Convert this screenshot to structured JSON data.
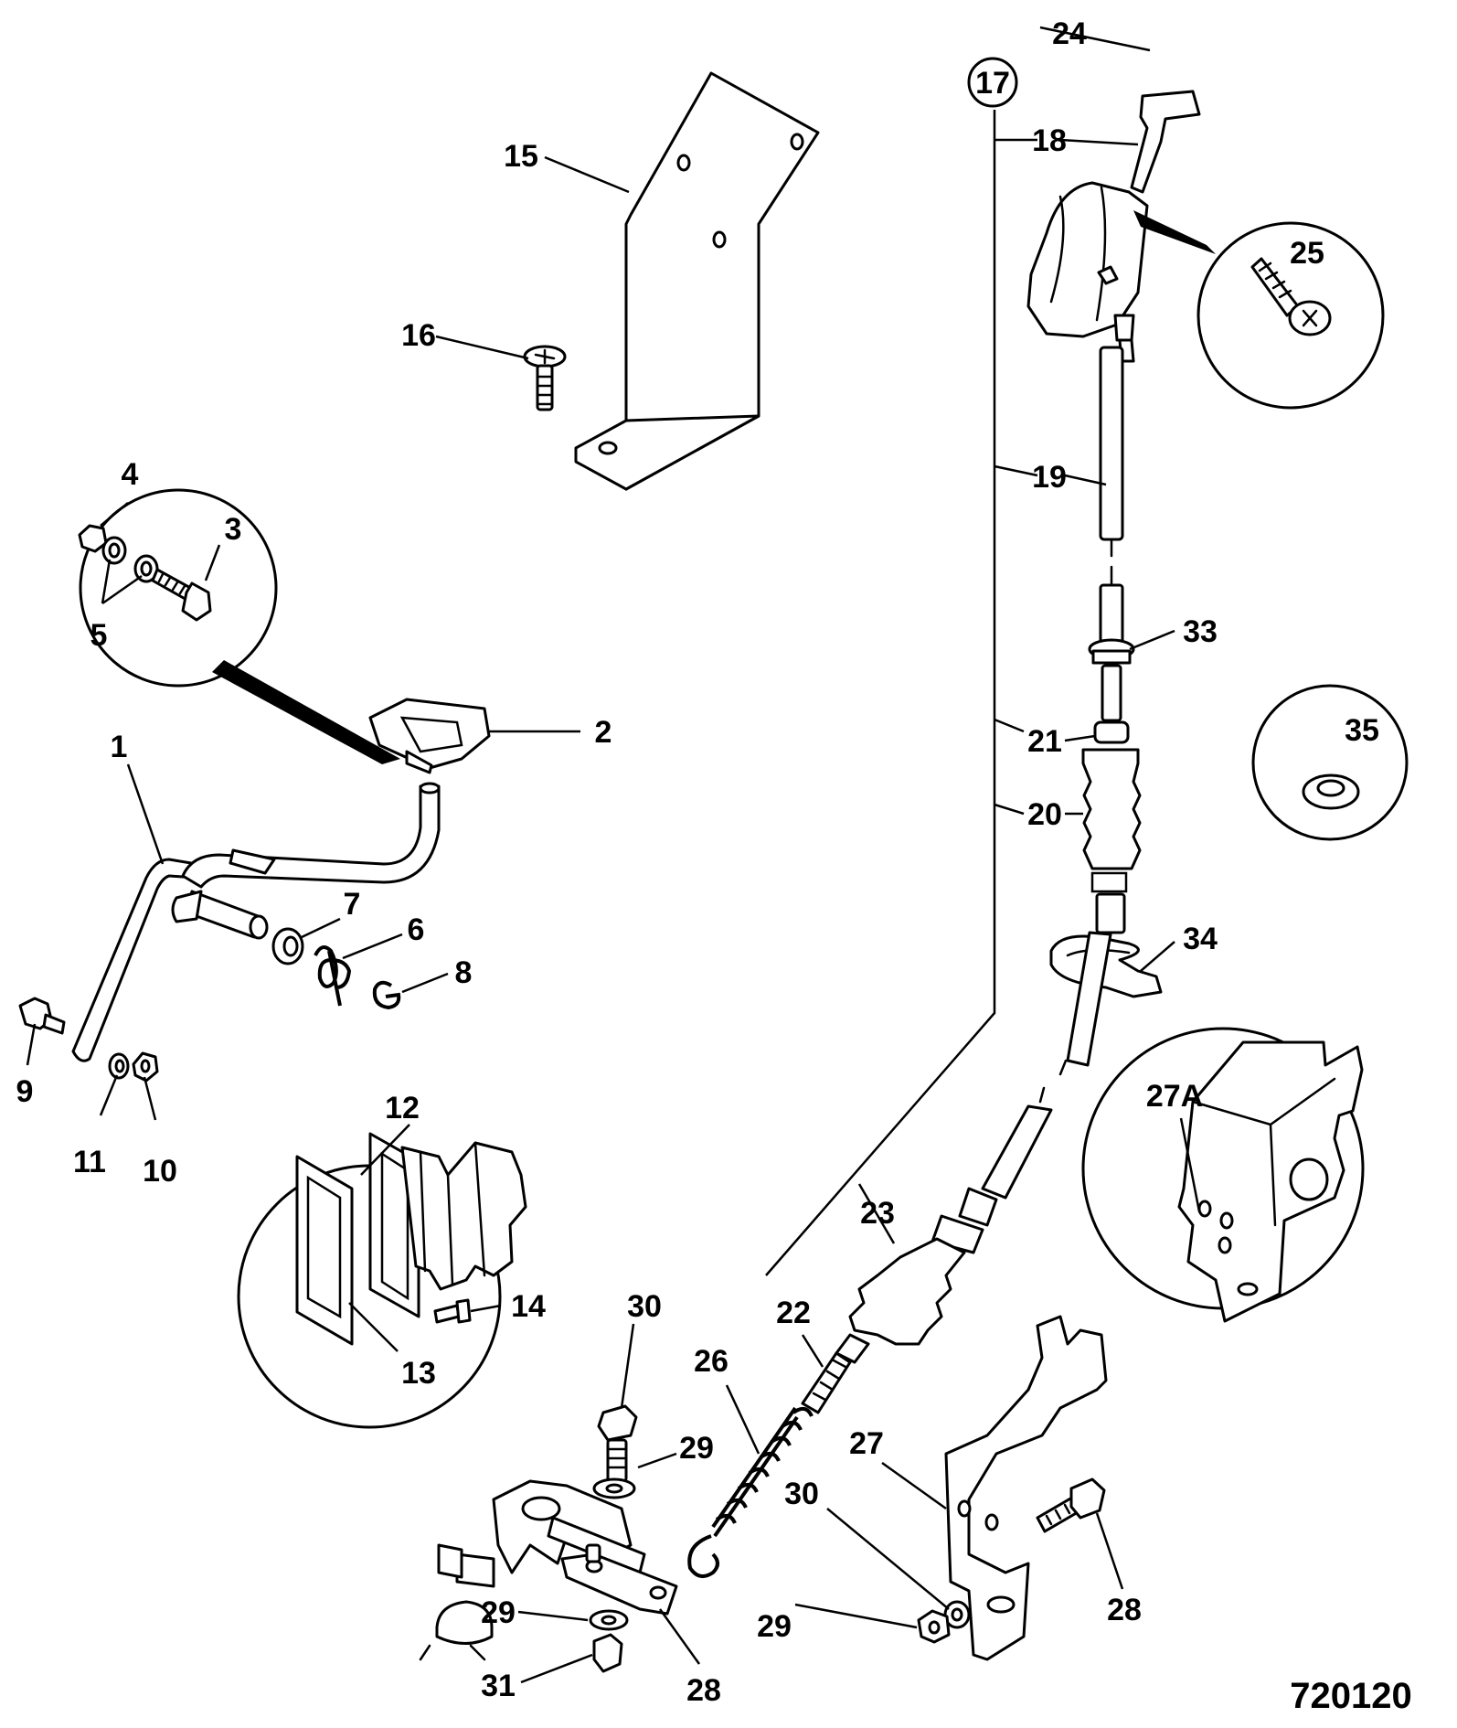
{
  "drawing_number": "720120",
  "callouts": {
    "c1": "1",
    "c2": "2",
    "c3": "3",
    "c4": "4",
    "c5": "5",
    "c6": "6",
    "c7": "7",
    "c8": "8",
    "c9": "9",
    "c10": "10",
    "c11": "11",
    "c12": "12",
    "c13": "13",
    "c14": "14",
    "c15": "15",
    "c16": "16",
    "c17": "17",
    "c18": "18",
    "c19": "19",
    "c20": "20",
    "c21": "21",
    "c22": "22",
    "c23": "23",
    "c24": "24",
    "c25": "25",
    "c26": "26",
    "c27": "27",
    "c27a": "27A",
    "c28a": "28",
    "c28b": "28",
    "c29a": "29",
    "c29b": "29",
    "c29c": "29",
    "c30a": "30",
    "c30b": "30",
    "c31": "31",
    "c33": "33",
    "c34": "34",
    "c35": "35"
  }
}
